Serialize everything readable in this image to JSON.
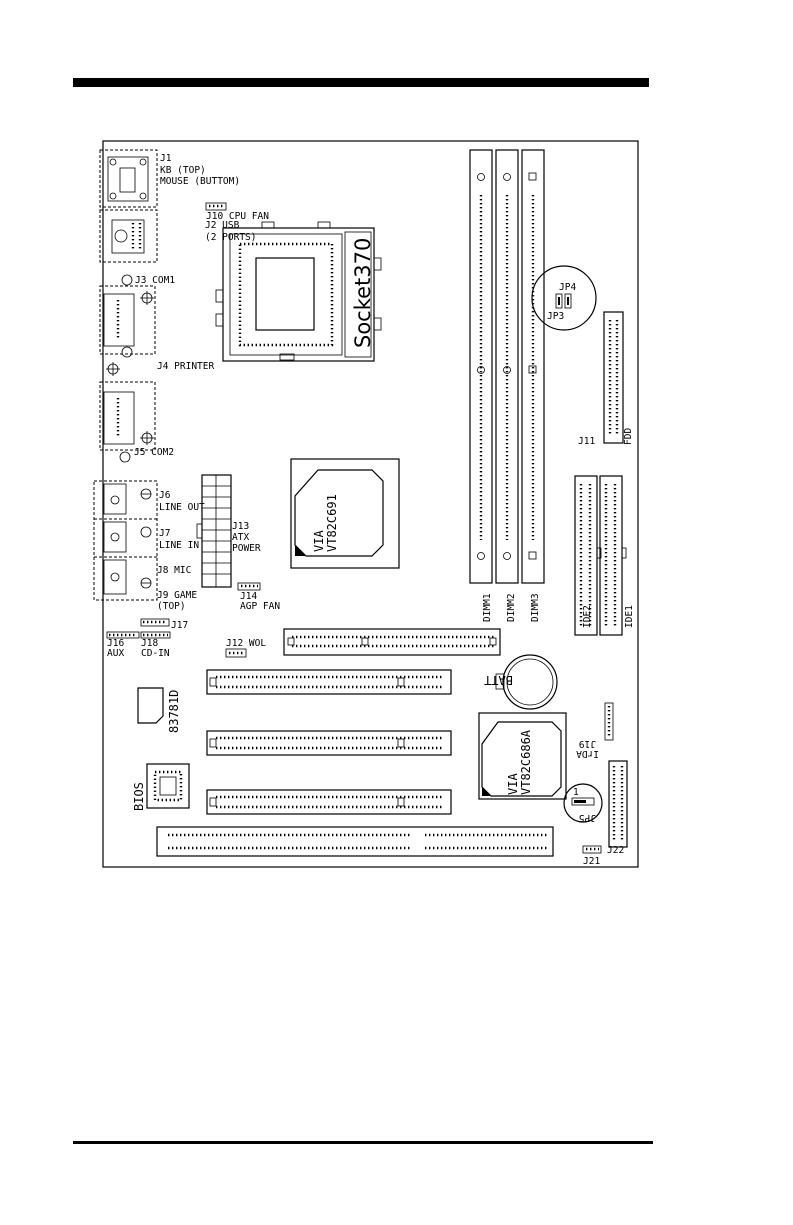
{
  "labels": {
    "j1": "J1",
    "kb": "KB (TOP)",
    "mouse": "MOUSE (BUTTOM)",
    "j2": "J2 USB",
    "ports": "(2 PORTS)",
    "j10": "J10 CPU FAN",
    "socket": "Socket370",
    "j3": "J3 COM1",
    "j4": "J4 PRINTER",
    "j5": "J5 COM2",
    "j6": "J6",
    "lineout": "LINE OUT",
    "j7": "J7",
    "linein": "LINE IN",
    "j8": "J8 MIC",
    "j9": "J9 GAME",
    "top": "(TOP)",
    "j13": "J13",
    "atx": "ATX",
    "power": "POWER",
    "j14": "J14",
    "agpfan": "AGP FAN",
    "j16": "J16",
    "aux": "AUX",
    "j18": "J18",
    "cdin": "CD-IN",
    "j17": "J17",
    "j12": "J12 WOL",
    "via": "VIA",
    "north_chip": "VT82C691",
    "south_chip": "VT82C686A",
    "jp4": "JP4",
    "jp3": "JP3",
    "j11": "J11",
    "fdd": "FDD",
    "dimm1": "DIMM1",
    "dimm2": "DIMM2",
    "dimm3": "DIMM3",
    "ide2": "IDE2",
    "ide1": "IDE1",
    "batt": "BATT",
    "sio": "83781D",
    "bios": "BIOS",
    "j19": "J19",
    "irda": "IrDA",
    "jp5": "JP5",
    "jp5_pin": "1",
    "j21": "J21",
    "j22": "J22"
  }
}
